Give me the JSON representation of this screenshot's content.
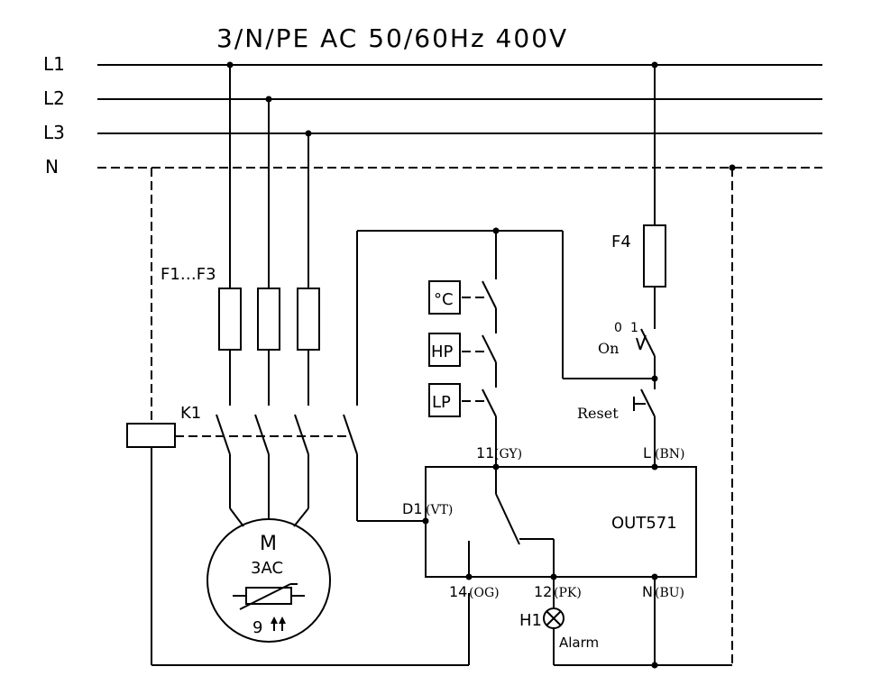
{
  "title": "3/N/PE AC 50/60Hz 400V",
  "lines": {
    "l1": "L1",
    "l2": "L2",
    "l3": "L3",
    "n": "N"
  },
  "components": {
    "fuses": "F1…F3",
    "fuse_control": "F4",
    "contactor": "K1",
    "motor_m": "M",
    "motor_3ac": "3AC",
    "motor_sensor": "9",
    "sensor_temp": "°C",
    "sensor_hp": "HP",
    "sensor_lp": "LP",
    "switch_on_0": "0",
    "switch_on_1": "1",
    "switch_on_label": "On",
    "reset_label": "Reset",
    "module_name": "OUT571",
    "lamp": "H1",
    "lamp_label": "Alarm"
  },
  "terminals": {
    "t11": "11",
    "t11_color": "(GY)",
    "tL": "L",
    "tL_color": "(BN)",
    "tD1": "D1",
    "tD1_color": "(VT)",
    "t14": "14",
    "t14_color": "(OG)",
    "t12": "12",
    "t12_color": "(PK)",
    "tN": "N",
    "tN_color": "(BU)"
  }
}
